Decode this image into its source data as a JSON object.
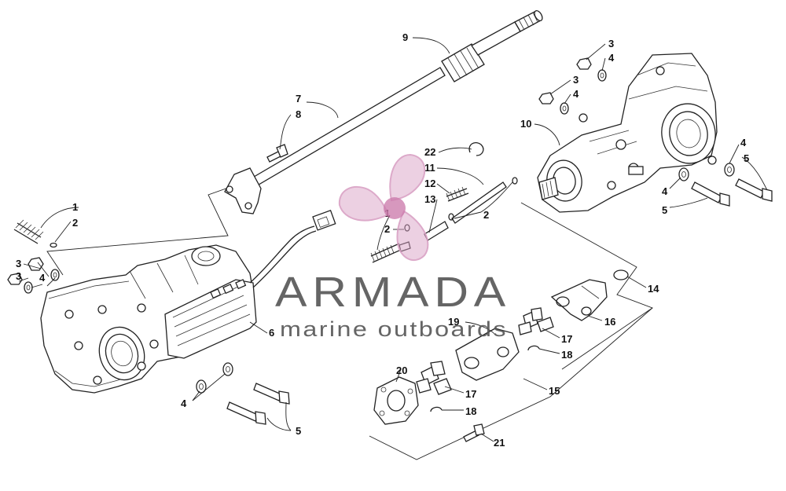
{
  "watermark": {
    "name": "ARMADA",
    "tagline": "marine outboards",
    "logo_color": "#d9a0c4",
    "text_color": "#555555"
  },
  "callouts": {
    "c1a": "1",
    "c2a": "2",
    "c3a": "3",
    "c3b": "3",
    "c4a": "4",
    "c4b": "4",
    "c5a": "5",
    "c6": "6",
    "c7": "7",
    "c8": "8",
    "c9": "9",
    "c3c": "3",
    "c4c": "4",
    "c3d": "3",
    "c4d": "4",
    "c10": "10",
    "c4e": "4",
    "c5b": "5",
    "c4f": "4",
    "c5c": "5",
    "c22": "22",
    "c11": "11",
    "c12": "12",
    "c13": "13",
    "c1b": "1",
    "c2b": "2",
    "c2c": "2",
    "c14": "14",
    "c16": "16",
    "c17a": "17",
    "c18a": "18",
    "c19": "19",
    "c15": "15",
    "c20": "20",
    "c17b": "17",
    "c18b": "18",
    "c21": "21"
  }
}
